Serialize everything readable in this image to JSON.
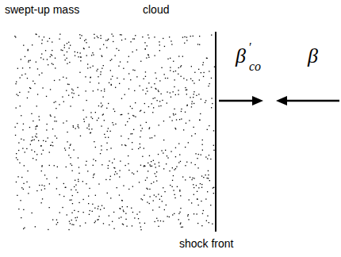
{
  "diagram": {
    "labels": [
      "swept-up mass",
      "cloud",
      "β",
      "′",
      "co",
      "β",
      "shock front"
    ]
  }
}
